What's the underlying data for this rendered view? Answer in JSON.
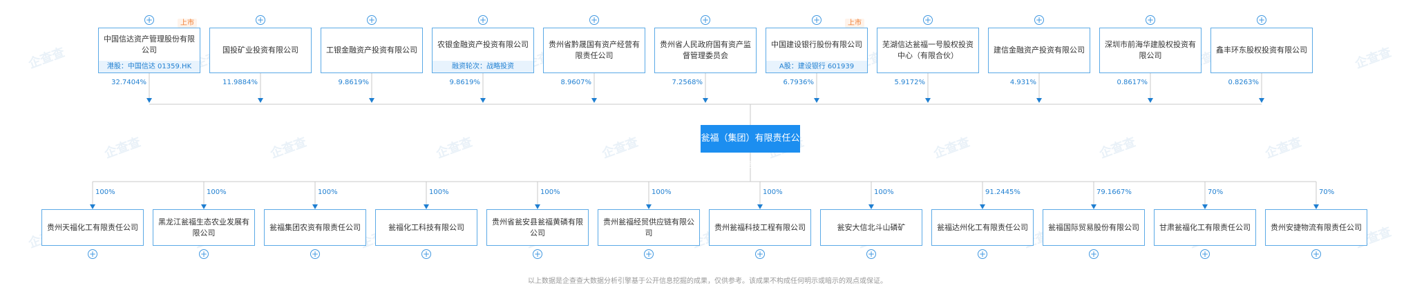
{
  "center": {
    "name": "瓮福（集团）有限责任公司"
  },
  "shareholders": [
    {
      "name": "中国信达资产管理股份有限公司",
      "percent": "32.7404%",
      "badge": "上市",
      "tag": "港股：中国信达 01359.HK"
    },
    {
      "name": "国投矿业投资有限公司",
      "percent": "11.9884%"
    },
    {
      "name": "工银金融资产投资有限公司",
      "percent": "9.8619%"
    },
    {
      "name": "农银金融资产投资有限公司",
      "percent": "9.8619%",
      "tag": "融资轮次：战略投资"
    },
    {
      "name": "贵州省黔晟国有资产经营有限责任公司",
      "percent": "8.9607%"
    },
    {
      "name": "贵州省人民政府国有资产监督管理委员会",
      "percent": "7.2568%"
    },
    {
      "name": "中国建设银行股份有限公司",
      "percent": "6.7936%",
      "badge": "上市",
      "tag": "A股：建设银行 601939"
    },
    {
      "name": "芜湖信达瓮福一号股权投资中心（有限合伙）",
      "percent": "5.9172%"
    },
    {
      "name": "建信金融资产投资有限公司",
      "percent": "4.931%"
    },
    {
      "name": "深圳市前海华建股权投资有限公司",
      "percent": "0.8617%"
    },
    {
      "name": "鑫丰环东股权投资有限公司",
      "percent": "0.8263%"
    }
  ],
  "subsidiaries": [
    {
      "name": "贵州天福化工有限责任公司",
      "percent": "100%"
    },
    {
      "name": "黑龙江瓮福生态农业发展有限公司",
      "percent": "100%"
    },
    {
      "name": "瓮福集团农资有限责任公司",
      "percent": "100%"
    },
    {
      "name": "瓮福化工科技有限公司",
      "percent": "100%"
    },
    {
      "name": "贵州省瓮安县瓮福黄磷有限公司",
      "percent": "100%"
    },
    {
      "name": "贵州瓮福经贸供应链有限公司",
      "percent": "100%"
    },
    {
      "name": "贵州瓮福科技工程有限公司",
      "percent": "100%"
    },
    {
      "name": "瓮安大信北斗山磷矿",
      "percent": "100%"
    },
    {
      "name": "瓮福达州化工有限责任公司",
      "percent": "91.2445%"
    },
    {
      "name": "瓮福国际贸易股份有限公司",
      "percent": "79.1667%"
    },
    {
      "name": "甘肃瓮福化工有限责任公司",
      "percent": "70%"
    },
    {
      "name": "贵州安捷物流有限责任公司",
      "percent": "70%"
    }
  ],
  "footer": "以上数据是企查查大数据分析引擎基于公开信息挖掘的成果，仅供参考。该成果不构成任何明示或暗示的观点或保证。",
  "watermark": "企查查",
  "colors": {
    "accent": "#1c8ef0",
    "line": "#c8c8c8",
    "percent": "#1f7fd1",
    "badge": "#f07a2c"
  },
  "icons": {
    "expand": "plus-circle-icon",
    "arrow": "arrow-down-icon"
  }
}
